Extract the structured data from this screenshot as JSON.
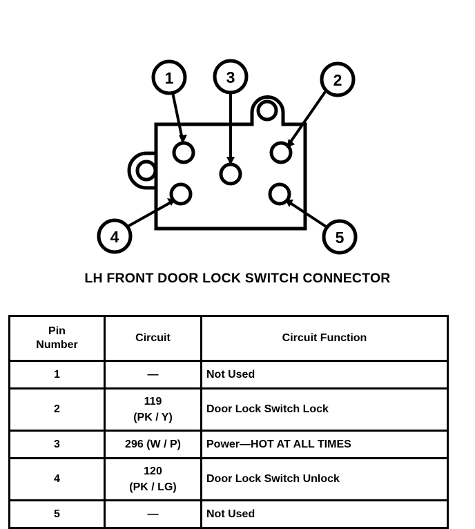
{
  "figure": {
    "caption": "LH FRONT DOOR LOCK SWITCH CONNECTOR",
    "callouts": [
      {
        "label": "1"
      },
      {
        "label": "3"
      },
      {
        "label": "2"
      },
      {
        "label": "4"
      },
      {
        "label": "5"
      }
    ],
    "connector_description": "Five-cavity connector body with three mounting ears"
  },
  "table": {
    "columns": [
      {
        "header_line1": "Pin",
        "header_line2": "Number"
      },
      {
        "header_line1": "Circuit",
        "header_line2": ""
      },
      {
        "header_line1": "Circuit Function",
        "header_line2": ""
      }
    ],
    "headers": {
      "pin_number": "Pin\nNumber",
      "pin_number_l1": "Pin",
      "pin_number_l2": "Number",
      "circuit": "Circuit",
      "circuit_function": "Circuit Function"
    },
    "rows": [
      {
        "pin": "1",
        "circuit": "—",
        "function": "Not Used"
      },
      {
        "pin": "2",
        "circuit": "119\n(PK / Y)",
        "function": "Door Lock Switch Lock"
      },
      {
        "pin": "3",
        "circuit": "296 (W / P)",
        "function": "Power—HOT AT ALL TIMES"
      },
      {
        "pin": "4",
        "circuit": "120\n(PK / LG)",
        "function": "Door Lock Switch Unlock"
      },
      {
        "pin": "5",
        "circuit": "—",
        "function": "Not Used"
      }
    ]
  },
  "colors": {
    "ink": "#000000",
    "paper": "#ffffff"
  }
}
